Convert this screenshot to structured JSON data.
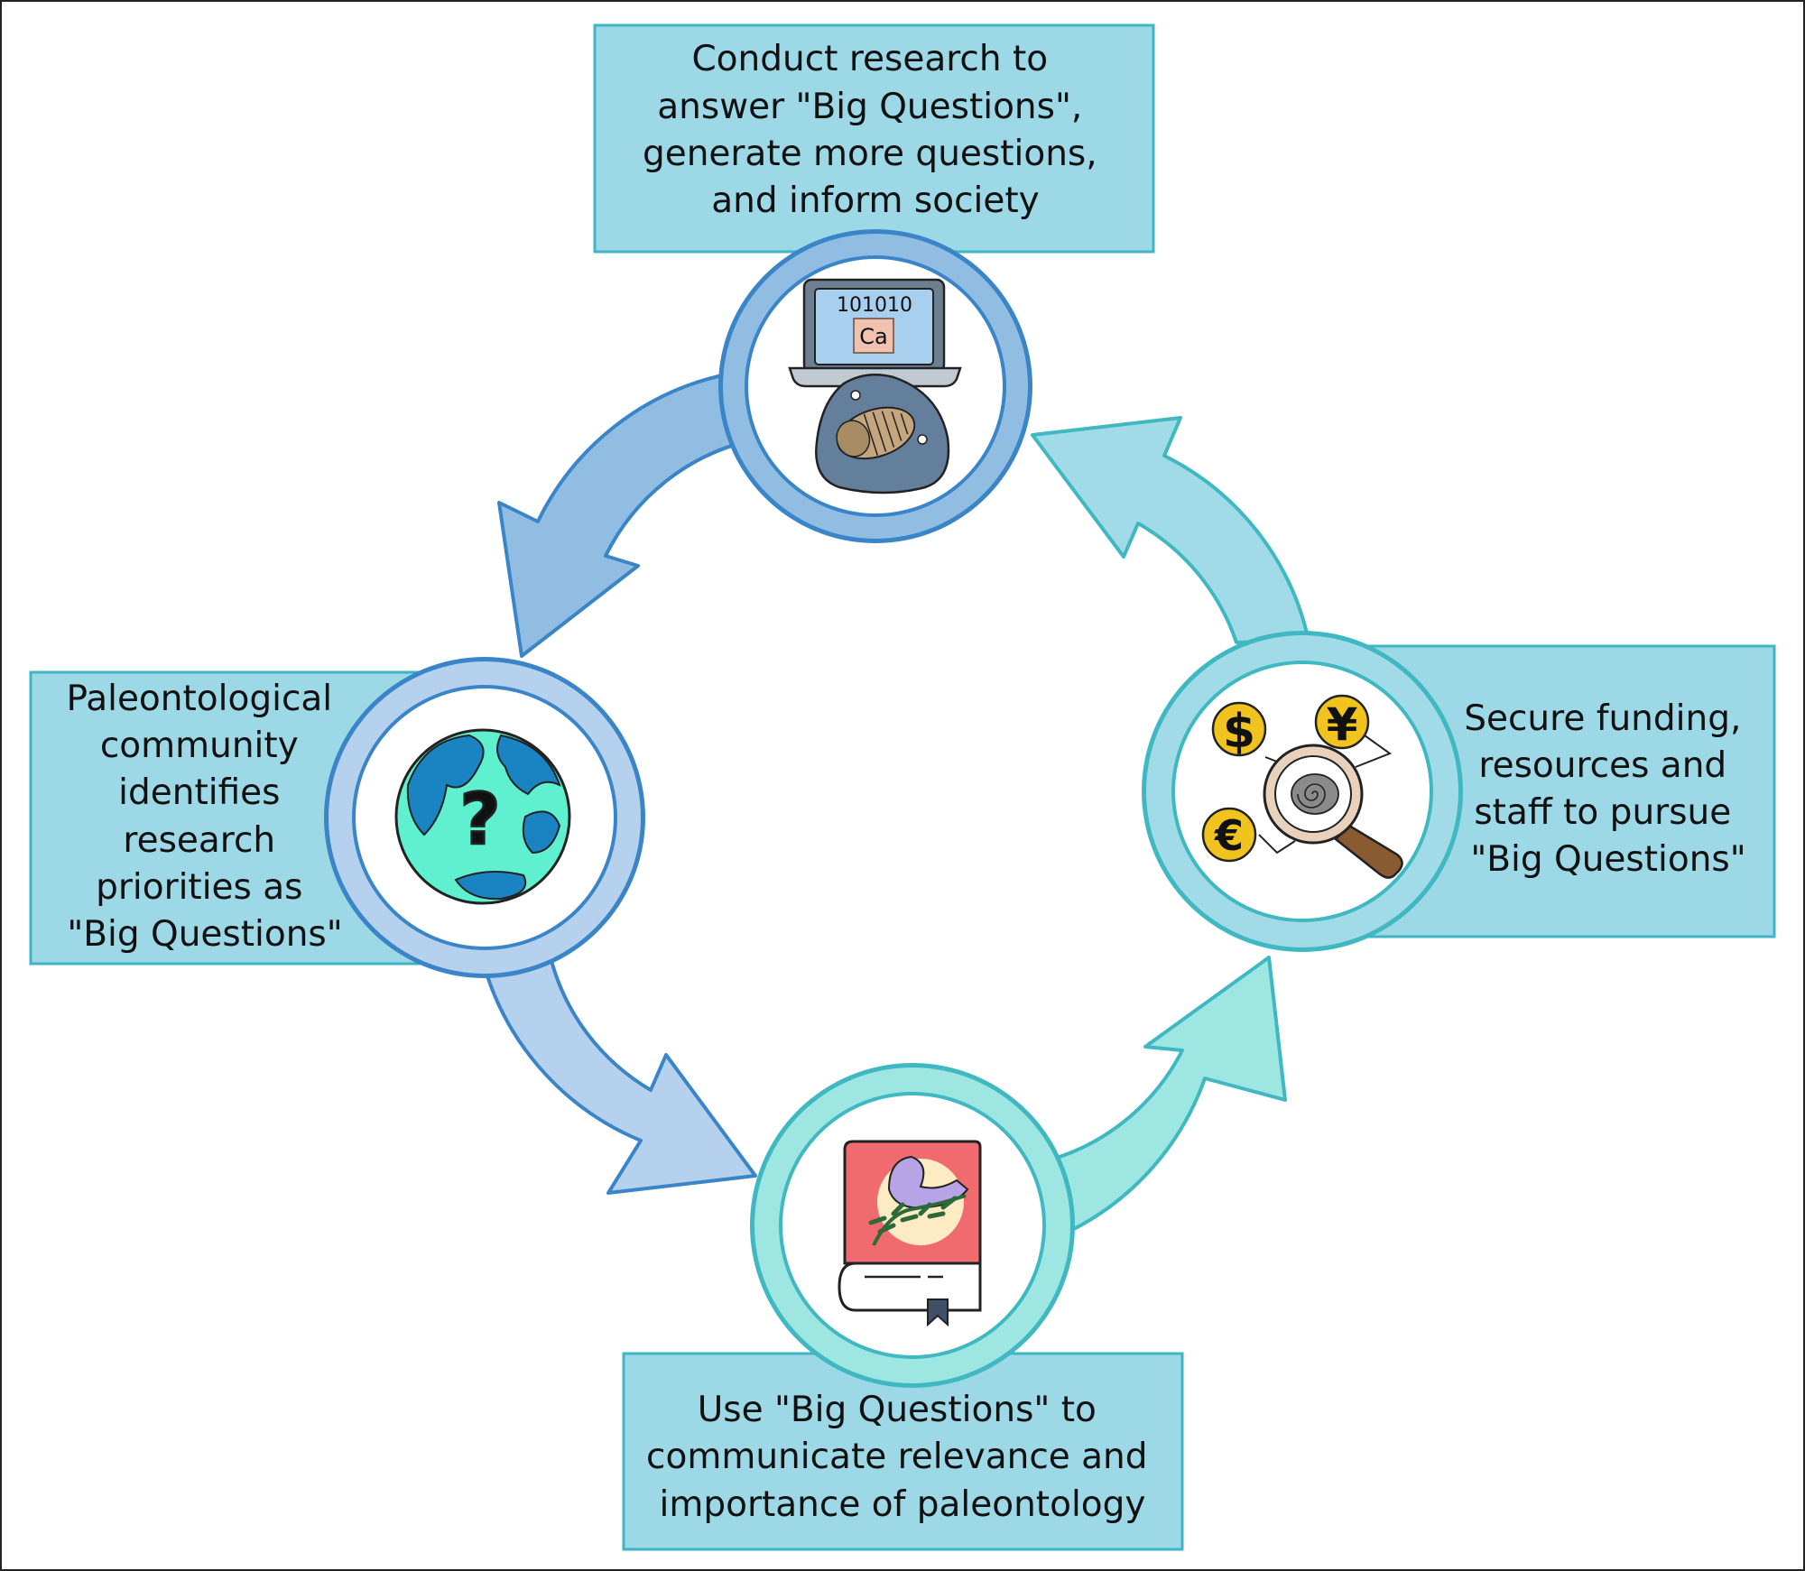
{
  "steps": {
    "research": {
      "lines": [
        "Conduct research to",
        "answer \"Big Questions\",",
        "generate more questions,",
        "and inform society"
      ],
      "laptop_code": "101010",
      "element_symbol": "Ca",
      "icon": "laptop-with-trilobite-fossil"
    },
    "identify": {
      "lines": [
        "Paleontological",
        "community",
        "identifies",
        "research",
        "priorities as",
        "\"Big Questions\""
      ],
      "globe_symbol": "?",
      "icon": "globe-question"
    },
    "communicate": {
      "lines": [
        "Use \"Big Questions\" to",
        "communicate relevance and",
        "importance of paleontology"
      ],
      "icon": "book-with-fossil-cover"
    },
    "funding": {
      "lines": [
        "Secure funding,",
        "resources and",
        "staff to pursue",
        "\"Big Questions\""
      ],
      "currency_symbols": [
        "$",
        "¥",
        "€"
      ],
      "icon": "coins-and-magnifier-ammonite"
    }
  },
  "colors": {
    "box_fill": "#9dd8e6",
    "box_stroke": "#3fb5c4",
    "arrow_top_left": "#92bde3",
    "arrow_left_bottom": "#b5d1ee",
    "arrow_bottom_right": "#9ee6e1",
    "arrow_right_top": "#a2dbe8",
    "ring_blue": "#3a85c8",
    "ring_teal": "#3fb8c2"
  }
}
